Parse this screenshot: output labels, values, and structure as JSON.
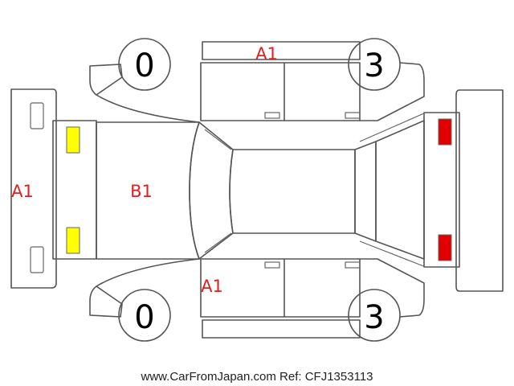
{
  "marks": {
    "roof": "A1",
    "left_side": "A1",
    "hood": "B1",
    "front_door": "A1"
  },
  "tires": {
    "front_top": "0",
    "rear_top": "3",
    "front_bottom": "0",
    "rear_bottom": "3"
  },
  "lights": {
    "front_color": "#ffff00",
    "rear_color": "#e00000"
  },
  "footer": "www.CarFromJapan.com Ref: CFJ1353113"
}
